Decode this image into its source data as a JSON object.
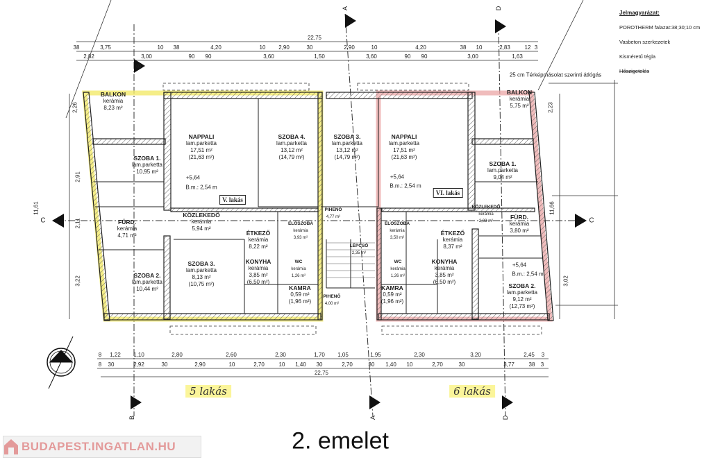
{
  "title": "2. emelet",
  "logo_text": "BUDAPEST.INGATLAN.HU",
  "legend": {
    "heading": "Jelmagyarázat:",
    "items": [
      "POROTHERM falazat:38;30;10 cm",
      "Vasbeton szerkezetek",
      "Kisméretű tégla",
      "Hőszigetelés"
    ]
  },
  "note": "25 cm Térképmásolat szerinti átlógás",
  "handwritten": {
    "unit5": "5 lakás",
    "unit6": "6 lakás"
  },
  "sections": {
    "A": "A",
    "B": "B",
    "C": "C",
    "D": "D"
  },
  "units": {
    "left": "V. lakás",
    "right": "VI. lakás"
  },
  "colors": {
    "left_unit_outline": "#f3ea6a",
    "right_unit_outline": "#e9a0a0",
    "wall_hatch": "#555555"
  },
  "rooms": [
    {
      "name": "BALKON",
      "floor": "kerámia",
      "area": "8,23 m²",
      "gross": ""
    },
    {
      "name": "SZOBA 1.",
      "floor": "lam.parketta",
      "area": "10,95 m²",
      "gross": ""
    },
    {
      "name": "NAPPALI",
      "floor": "lam.parketta",
      "area": "17,51 m²",
      "gross": "(21,63 m²)"
    },
    {
      "name": "SZOBA 4.",
      "floor": "lam.parketta",
      "area": "13,12 m²",
      "gross": "(14,79 m²)"
    },
    {
      "name": "FÜRD.",
      "floor": "kerámia",
      "area": "4,71 m²",
      "gross": ""
    },
    {
      "name": "KÖZLEKEDŐ",
      "floor": "kerámia",
      "area": "5,94 m²",
      "gross": ""
    },
    {
      "name": "ÉTKEZŐ",
      "floor": "kerámia",
      "area": "8,22 m²",
      "gross": ""
    },
    {
      "name": "ELŐSZOBA",
      "floor": "kerámia",
      "area": "3,93 m²",
      "gross": ""
    },
    {
      "name": "SZOBA 3.",
      "floor": "lam.parketta",
      "area": "8,13 m²",
      "gross": "(10,75 m²)"
    },
    {
      "name": "SZOBA 2.",
      "floor": "lam.parketta",
      "area": "10,44 m²",
      "gross": ""
    },
    {
      "name": "KONYHA",
      "floor": "kerámia",
      "area": "3,85 m²",
      "gross": "(6,50 m²)"
    },
    {
      "name": "WC",
      "floor": "kerámia",
      "area": "1,26 m²",
      "gross": ""
    },
    {
      "name": "KAMRA",
      "floor": "",
      "area": "0,59 m²",
      "gross": "(1,96 m²)"
    },
    {
      "name": "SZOBA 3.",
      "floor": "lam.parketta",
      "area": "13,12 m²",
      "gross": "(14,79 m²)"
    },
    {
      "name": "NAPPALI",
      "floor": "lam.parketta",
      "area": "17,51 m²",
      "gross": "(21,63 m²)"
    },
    {
      "name": "BALKON",
      "floor": "kerámia",
      "area": "5,75 m²",
      "gross": ""
    },
    {
      "name": "SZOBA 1.",
      "floor": "lam.parketta",
      "area": "9,04 m²",
      "gross": ""
    },
    {
      "name": "PIHENŐ",
      "floor": "",
      "area": "4,77 m²",
      "gross": ""
    },
    {
      "name": "LÉPCSŐ",
      "floor": "",
      "area": "2,35 m²",
      "gross": ""
    },
    {
      "name": "ELŐSZOBA",
      "floor": "kerámia",
      "area": "3,50 m²",
      "gross": ""
    },
    {
      "name": "ÉTKEZŐ",
      "floor": "kerámia",
      "area": "8,37 m²",
      "gross": ""
    },
    {
      "name": "KÖZLEKEDŐ",
      "floor": "kerámia",
      "area": "2,03 m²",
      "gross": ""
    },
    {
      "name": "FÜRD.",
      "floor": "kerámia",
      "area": "3,80 m²",
      "gross": ""
    },
    {
      "name": "KONYHA",
      "floor": "kerámia",
      "area": "3,85 m²",
      "gross": "(6,50 m²)"
    },
    {
      "name": "WC",
      "floor": "kerámia",
      "area": "1,26 m²",
      "gross": ""
    },
    {
      "name": "KAMRA",
      "floor": "",
      "area": "0,59 m²",
      "gross": "(1,96 m²)"
    },
    {
      "name": "PIHENŐ",
      "floor": "",
      "area": "4,00 m²",
      "gross": ""
    },
    {
      "name": "SZOBA 2.",
      "floor": "lam.parketta",
      "area": "9,12 m²",
      "gross": "(12,73 m²)"
    }
  ],
  "levels": {
    "left_level": "+5,64",
    "left_height": "B.m.: 2,54 m",
    "right_level": "+5,64",
    "right_height": "B.m.: 2,54 m",
    "right2_level": "+5,64",
    "right2_height": "B.m.: 2,54 m"
  },
  "dimensions": {
    "top_total": "22,75",
    "top_row2": [
      "38",
      "3,75",
      "10",
      "38",
      "4,20",
      "10",
      "2,90",
      "30",
      "2,90",
      "10",
      "4,20",
      "38",
      "10",
      "2,83",
      "12",
      "3"
    ],
    "top_row3": [
      "2,82",
      "3,00",
      "90",
      "90",
      "3,60",
      "1,50",
      "3,60",
      "90",
      "90",
      "3,00",
      "1,63"
    ],
    "bottom_row1": [
      "8",
      "1,22",
      "1,10",
      "2,80",
      "2,60",
      "2,30",
      "1,70",
      "1,05",
      "1,95",
      "2,30",
      "3,20",
      "2,45",
      "3"
    ],
    "bottom_row2": [
      "8",
      "30",
      "2,92",
      "30",
      "2,90",
      "10",
      "2,70",
      "10",
      "1,40",
      "30",
      "2,70",
      "30",
      "1,40",
      "10",
      "2,70",
      "30",
      "3,77",
      "38",
      "3"
    ],
    "bottom_total": "22,75",
    "left_vertical": [
      "2,26",
      "2,91",
      "11,61",
      "2,11",
      "3,22"
    ],
    "right_vertical": [
      "2,23",
      "11,66",
      "3,02"
    ]
  }
}
